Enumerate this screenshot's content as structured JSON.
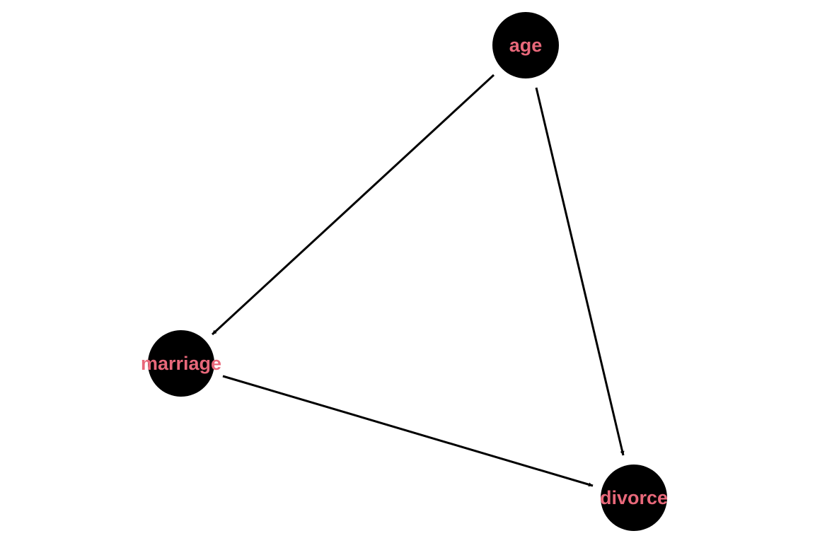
{
  "colors": {
    "background": "#ffffff",
    "node_fill": "#000000",
    "label_text": "#e8687a",
    "edge": "#000000"
  },
  "nodes": [
    {
      "id": "age",
      "label": "age"
    },
    {
      "id": "marriage",
      "label": "marriage"
    },
    {
      "id": "divorce",
      "label": "divorce"
    }
  ],
  "edges": [
    {
      "from": "age",
      "to": "marriage"
    },
    {
      "from": "age",
      "to": "divorce"
    },
    {
      "from": "marriage",
      "to": "divorce"
    }
  ]
}
